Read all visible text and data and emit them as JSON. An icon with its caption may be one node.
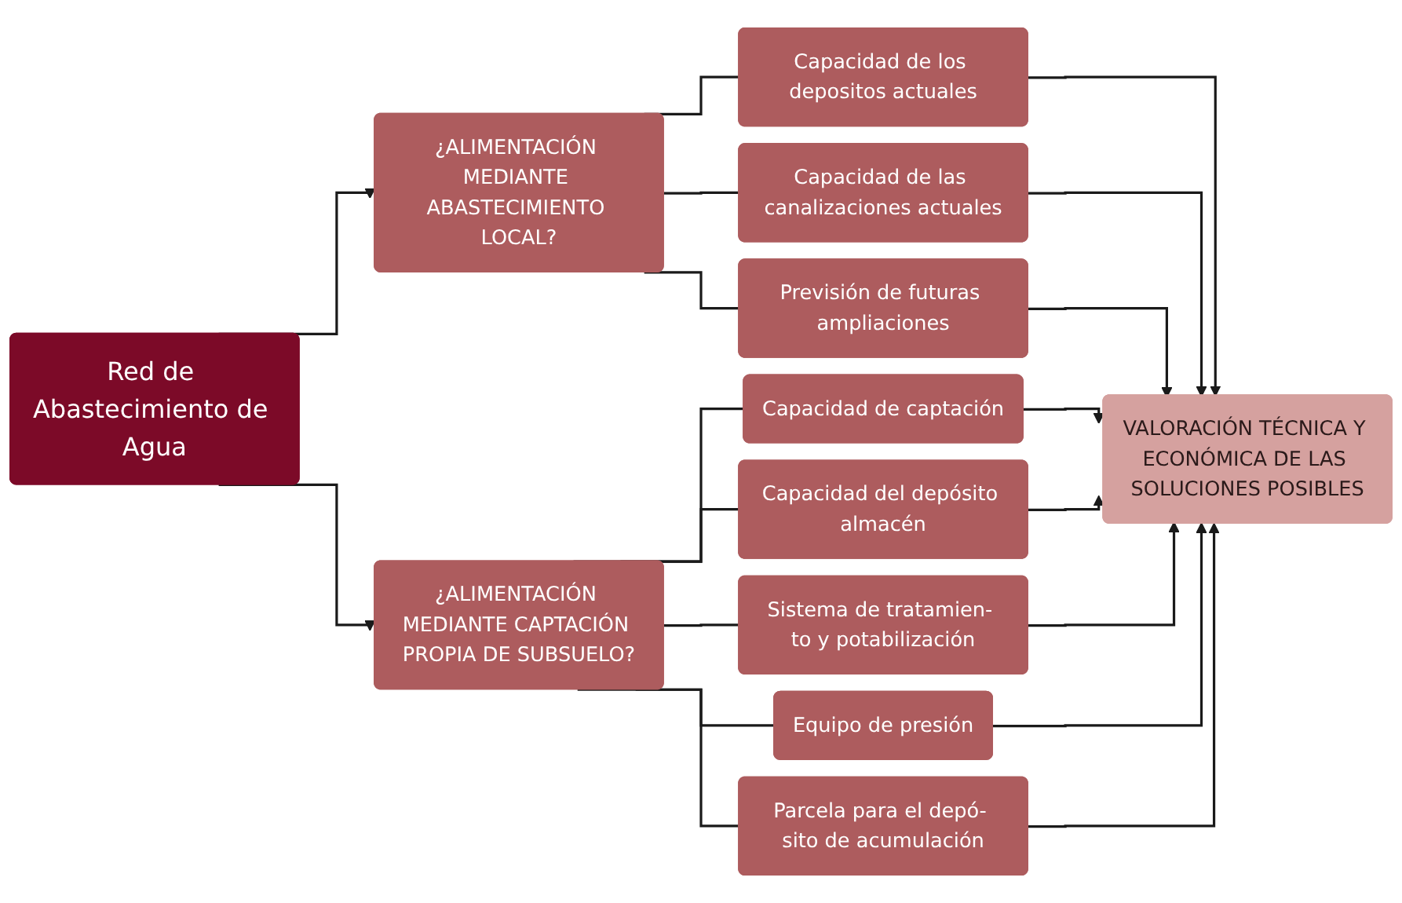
{
  "diagram": {
    "nodes": [
      {
        "text": [
          "Red de Abastecimiento de Agua"
        ]
      },
      {
        "text": [
          "¿ALIMENTACIÓN MEDIANTE ABASTECIMIENTO LOCAL?"
        ]
      },
      {
        "text": [
          "¿ALIMENTACIÓN MEDIANTE CAPTACIÓN PROPIA DE SUBSUELO?"
        ]
      },
      {
        "text": [
          "Capacidad de los depositos actuales"
        ]
      },
      {
        "text": [
          "Capacidad de las canalizaciones actuales"
        ]
      },
      {
        "text": [
          "Previsión de futuras ampliaciones"
        ]
      },
      {
        "text": [
          "Capacidad de captación"
        ]
      },
      {
        "text": [
          "Capacidad del depósito almacén"
        ]
      },
      {
        "text": [
          "Sistema de tratamien- to y potabilización"
        ]
      },
      {
        "text": [
          "Equipo de presión"
        ]
      },
      {
        "text": [
          "Parcela para el depó- sito de acumulación"
        ]
      },
      {
        "text": [
          "VALORACIÓN TÉCNICA Y ECONÓMICA DE LAS SOLUCIONES POSIBLES"
        ]
      }
    ],
    "edges": [
      {
        "from": 0,
        "to": 1,
        "arrow": "to"
      },
      {
        "from": 0,
        "to": 2,
        "arrow": "to"
      },
      {
        "from": 1,
        "to": 3,
        "arrow": "none"
      },
      {
        "from": 1,
        "to": 4,
        "arrow": "none"
      },
      {
        "from": 1,
        "to": 5,
        "arrow": "none"
      },
      {
        "from": 2,
        "to": 6,
        "arrow": "none"
      },
      {
        "from": 2,
        "to": 7,
        "arrow": "none"
      },
      {
        "from": 2,
        "to": 8,
        "arrow": "none"
      },
      {
        "from": 2,
        "to": 9,
        "arrow": "none"
      },
      {
        "from": 2,
        "to": 10,
        "arrow": "none"
      },
      {
        "from": 3,
        "to": 11,
        "arrow": "to"
      },
      {
        "from": 4,
        "to": 11,
        "arrow": "to"
      },
      {
        "from": 5,
        "to": 11,
        "arrow": "to"
      },
      {
        "from": 6,
        "to": 11,
        "arrow": "to"
      },
      {
        "from": 7,
        "to": 11,
        "arrow": "to"
      },
      {
        "from": 8,
        "to": 11,
        "arrow": "to"
      },
      {
        "from": 9,
        "to": 11,
        "arrow": "to"
      },
      {
        "from": 10,
        "to": 11,
        "arrow": "to"
      }
    ]
  }
}
